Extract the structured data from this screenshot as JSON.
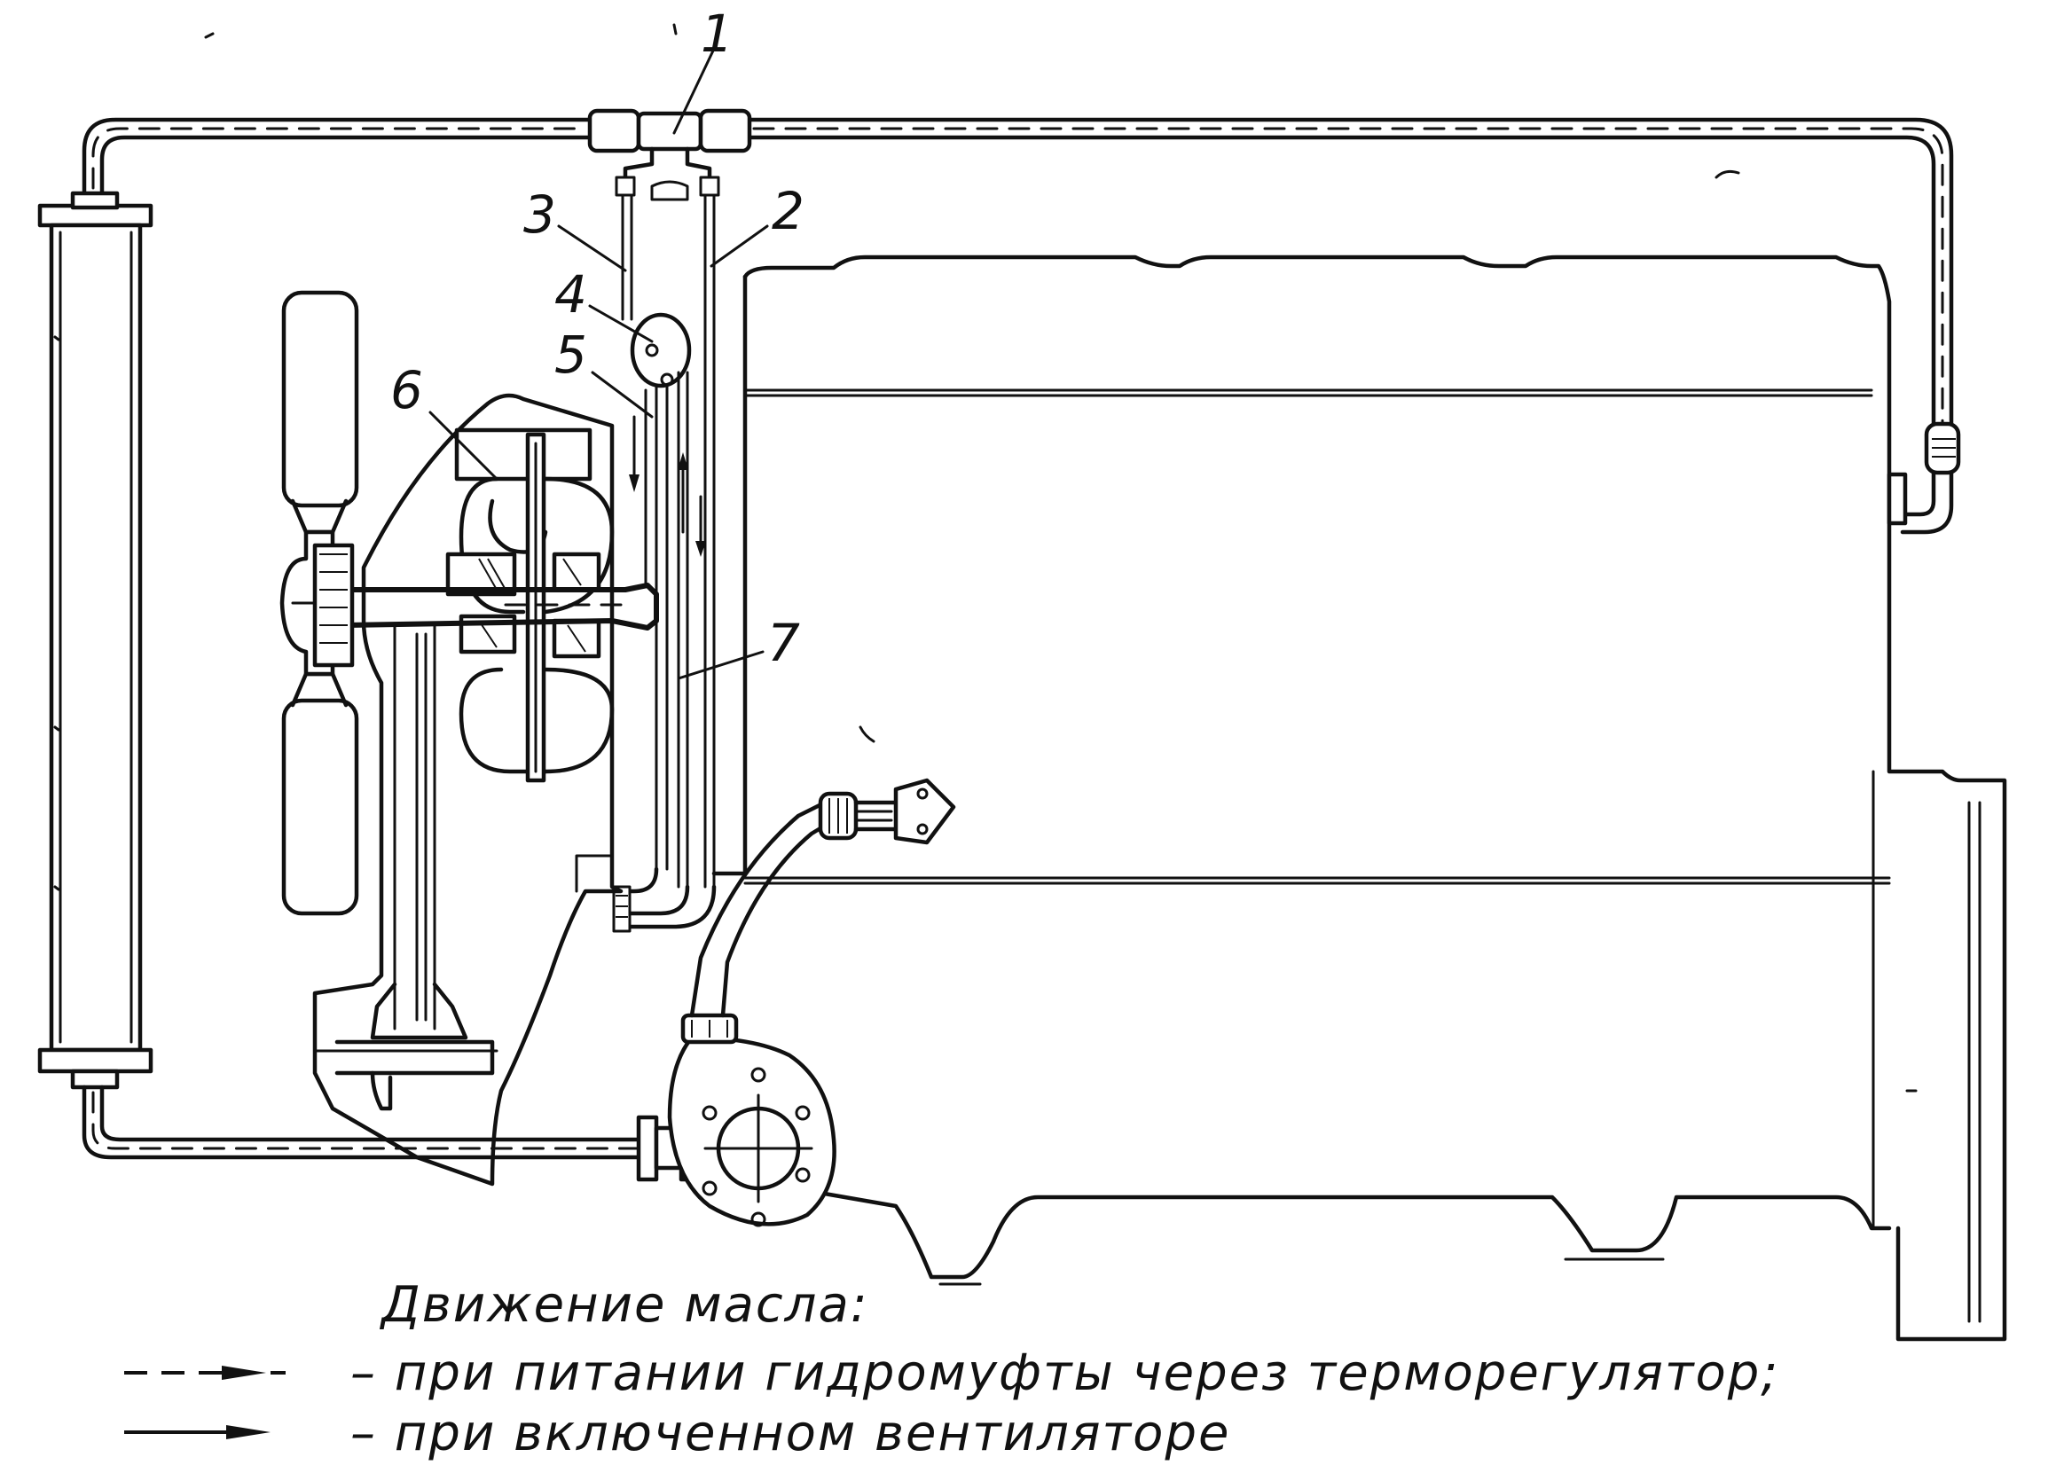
{
  "callouts": {
    "c1": "1",
    "c2": "2",
    "c3": "3",
    "c4": "4",
    "c5": "5",
    "c6": "6",
    "c7": "7"
  },
  "legend": {
    "title": "Движение масла:",
    "dashed_label": "– при питании гидромуфты через терморегулятор;",
    "solid_label": "– при включенном вентиляторе"
  },
  "icons": {
    "flow_arrow": "arrowhead",
    "fan": "fan-icon",
    "pump": "oil-pump-icon",
    "radiator": "oil-radiator-icon",
    "coupling": "fluid-coupling-icon"
  }
}
